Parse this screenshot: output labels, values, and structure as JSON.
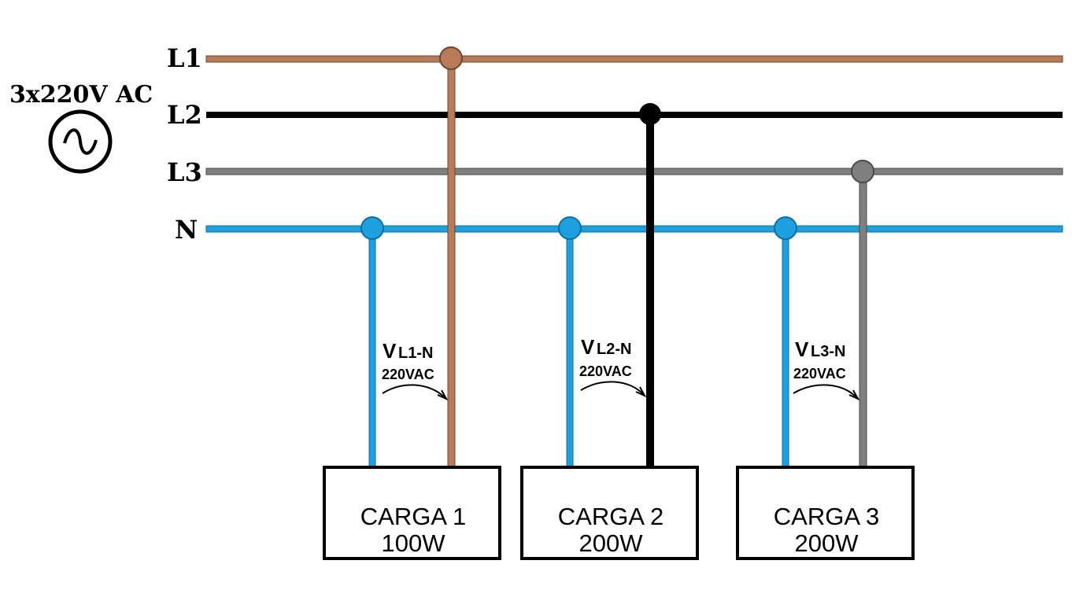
{
  "source": {
    "label": "3x220V AC",
    "icon": "ac-source-icon"
  },
  "lines": [
    {
      "id": "L1",
      "label": "L1",
      "color": "#b97a57"
    },
    {
      "id": "L2",
      "label": "L2",
      "color": "#000000"
    },
    {
      "id": "L3",
      "label": "L3",
      "color": "#7f7f7f"
    },
    {
      "id": "N",
      "label": "N",
      "color": "#1ea0e0"
    }
  ],
  "loads": [
    {
      "name": "CARGA 1",
      "power": "100W",
      "phase": "L1",
      "v_main": "V",
      "v_sub": "L1-N",
      "voltage": "220VAC"
    },
    {
      "name": "CARGA 2",
      "power": "200W",
      "phase": "L2",
      "v_main": "V",
      "v_sub": "L2-N",
      "voltage": "220VAC"
    },
    {
      "name": "CARGA 3",
      "power": "200W",
      "phase": "L3",
      "v_main": "V",
      "v_sub": "L3-N",
      "voltage": "220VAC"
    }
  ]
}
